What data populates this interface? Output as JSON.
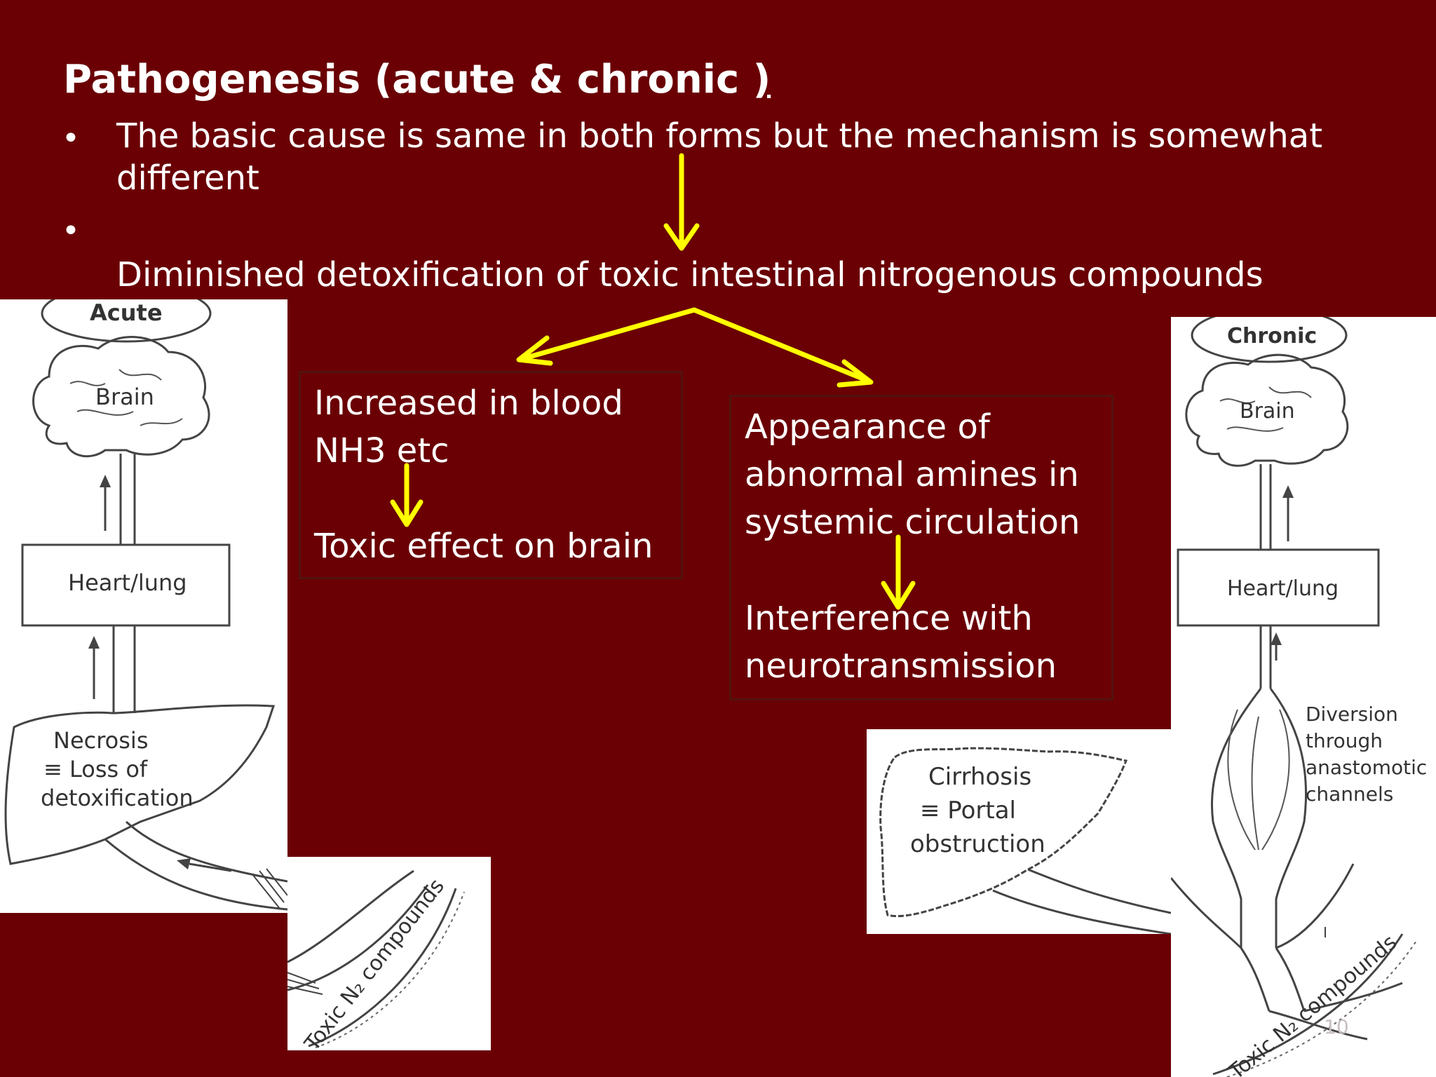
{
  "slide": {
    "title": "Pathogenesis (acute & chronic ",
    "title_paren": ")",
    "bullets": [
      {
        "line1": "The basic cause is same in both forms but the mechanism is somewhat",
        "line2": "different"
      },
      {
        "line1": "",
        "line2": "Diminished detoxification of toxic intestinal nitrogenous compounds"
      }
    ],
    "left_box": {
      "line1": "Increased in blood",
      "line2": "NH3 etc",
      "line3": "Toxic effect on brain"
    },
    "right_box": {
      "line1": "Appearance of",
      "line2": "abnormal amines in",
      "line3": "systemic circulation",
      "line4": "Interference with",
      "line5": "neurotransmission"
    },
    "page_number": "10"
  },
  "acute_diagram": {
    "header": "Acute",
    "brain": "Brain",
    "heart_lung": "Heart/lung",
    "liver_line1": "Necrosis",
    "liver_line2": "≡ Loss of",
    "liver_line3": "detoxification",
    "intestine_label": "Toxic N₂ compounds"
  },
  "chronic_diagram": {
    "header": "Chronic",
    "brain": "Brain",
    "heart_lung": "Heart/lung",
    "diversion_line1": "Diversion",
    "diversion_line2": "through",
    "diversion_line3": "anastomotic",
    "diversion_line4": "channels",
    "liver_line1": "Cirrhosis",
    "liver_line2": "≡ Portal",
    "liver_line3": "obstruction",
    "intestine_label": "Toxic N₂ compounds"
  },
  "colors": {
    "background": "#6a0004",
    "arrow": "#ffff00",
    "box_border": "#52130f"
  }
}
